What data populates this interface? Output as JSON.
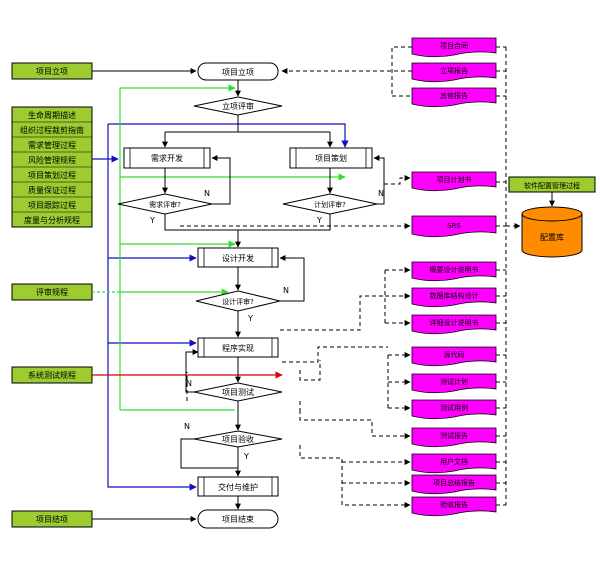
{
  "left_boxes": {
    "project_start": "项目立项",
    "guidelines": [
      "生命周期描述",
      "组织过程裁剪指南",
      "需求管理过程",
      "风险管理规程",
      "项目策划过程",
      "质量保证过程",
      "项目跟踪过程",
      "度量与分析规程"
    ],
    "review_procedure": "评审规程",
    "system_test_procedure": "系统测试规程",
    "project_close": "项目结项"
  },
  "flow": {
    "start": "项目立项",
    "start_review": "立项评审",
    "requirements_dev": "需求开发",
    "project_planning": "项目策划",
    "requirements_review": "需求评审?",
    "plan_review": "计划评审?",
    "design_dev": "设计开发",
    "design_review": "设计评审?",
    "implementation": "程序实现",
    "project_test": "项目测试",
    "project_acceptance": "项目验收",
    "delivery": "交付与维护",
    "end": "项目结束",
    "yes": "Y",
    "no": "N"
  },
  "documents": [
    "项目合同",
    "立项报告",
    "其他报告",
    "项目计划书",
    "SRS",
    "概要设计说明书",
    "数据库结构设计",
    "详细设计说明书",
    "源代码",
    "测试计划",
    "测试用例",
    "测试报告",
    "用户文档",
    "项目总结报告",
    "验收报告"
  ],
  "config": {
    "process_label": "软件配置管理过程",
    "repository": "配置库"
  },
  "colors": {
    "green_box": "#9ccc30",
    "magenta_doc": "#ff00ff",
    "repository": "#ff8c00",
    "green_line": "#33dd33",
    "blue_line": "#1010c0",
    "red_line": "#dd0000"
  }
}
